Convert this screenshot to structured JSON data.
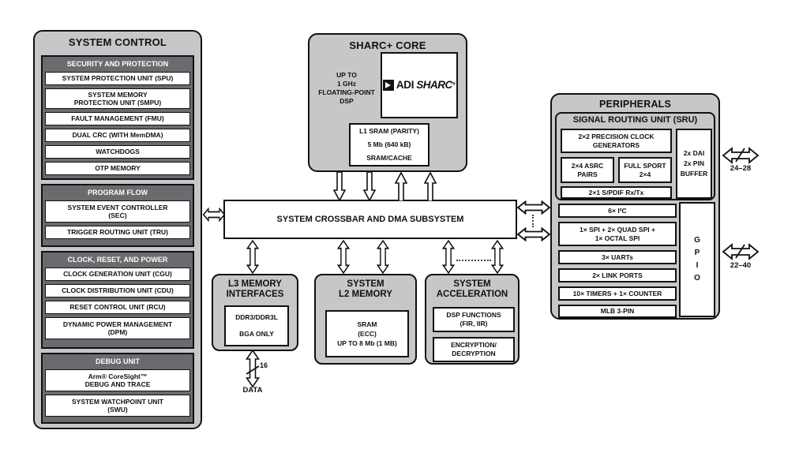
{
  "sc": {
    "title": "SYSTEM CONTROL",
    "sections": [
      {
        "h": "SECURITY AND PROTECTION",
        "items": [
          "SYSTEM PROTECTION UNIT (SPU)",
          "SYSTEM MEMORY\nPROTECTION UNIT (SMPU)",
          "FAULT MANAGEMENT (FMU)",
          "DUAL CRC (WITH MemDMA)",
          "WATCHDOGS",
          "OTP MEMORY"
        ]
      },
      {
        "h": "PROGRAM FLOW",
        "items": [
          "SYSTEM EVENT CONTROLLER\n(SEC)",
          "TRIGGER ROUTING UNIT (TRU)"
        ]
      },
      {
        "h": "CLOCK, RESET, AND POWER",
        "items": [
          "CLOCK GENERATION UNIT (CGU)",
          "CLOCK DISTRIBUTION UNIT (CDU)",
          "RESET CONTROL UNIT (RCU)",
          "DYNAMIC POWER MANAGEMENT\n(DPM)"
        ]
      },
      {
        "h": "DEBUG UNIT",
        "items": [
          "Arm® CoreSight™\nDEBUG AND TRACE",
          "SYSTEM WATCHPOINT UNIT\n(SWU)"
        ]
      }
    ]
  },
  "core": {
    "title": "SHARC+ CORE",
    "left_note": "UP TO\n1 GHz\nFLOATING-POINT\nDSP",
    "logo": {
      "adi": "ADI",
      "sharc": "SHARC",
      "reg": "®"
    },
    "l1": "L1 SRAM (PARITY)\n5 Mb (640 kB)\nSRAM/CACHE"
  },
  "crossbar": {
    "label": "SYSTEM CROSSBAR AND DMA SUBSYSTEM"
  },
  "l3": {
    "title": "L3 MEMORY\nINTERFACES",
    "inner": "DDR3/DDR3L\n\nBGA ONLY",
    "bus_width": "16",
    "bus_label": "DATA"
  },
  "l2": {
    "title": "SYSTEM\nL2 MEMORY",
    "inner": "SRAM\n(ECC)\nUP TO 8 Mb (1 MB)"
  },
  "accel": {
    "title": "SYSTEM\nACCELERATION",
    "items": [
      "DSP FUNCTIONS\n(FIR, IIR)",
      "ENCRYPTION/\nDECRYPTION"
    ]
  },
  "periph": {
    "title": "PERIPHERALS",
    "sru": {
      "title": "SIGNAL ROUTING UNIT (SRU)",
      "clockgen": "2×2 PRECISION CLOCK\nGENERATORS",
      "asrc": "2×4 ASRC\nPAIRS",
      "sport": "FULL SPORT\n2×4",
      "spdif": "2×1 S/PDIF Rx/Tx",
      "dai": "2x DAI\n2x PIN\nBUFFER"
    },
    "items": [
      "6× I²C",
      "1× SPI + 2× QUAD SPI +\n1× OCTAL SPI",
      "3× UARTs",
      "2× LINK PORTS",
      "10× TIMERS + 1× COUNTER",
      "MLB 3-PIN"
    ],
    "gpio": "G\nP\nI\nO"
  },
  "buses": {
    "dai_pins": "24–28",
    "gpio_pins": "22–40"
  }
}
